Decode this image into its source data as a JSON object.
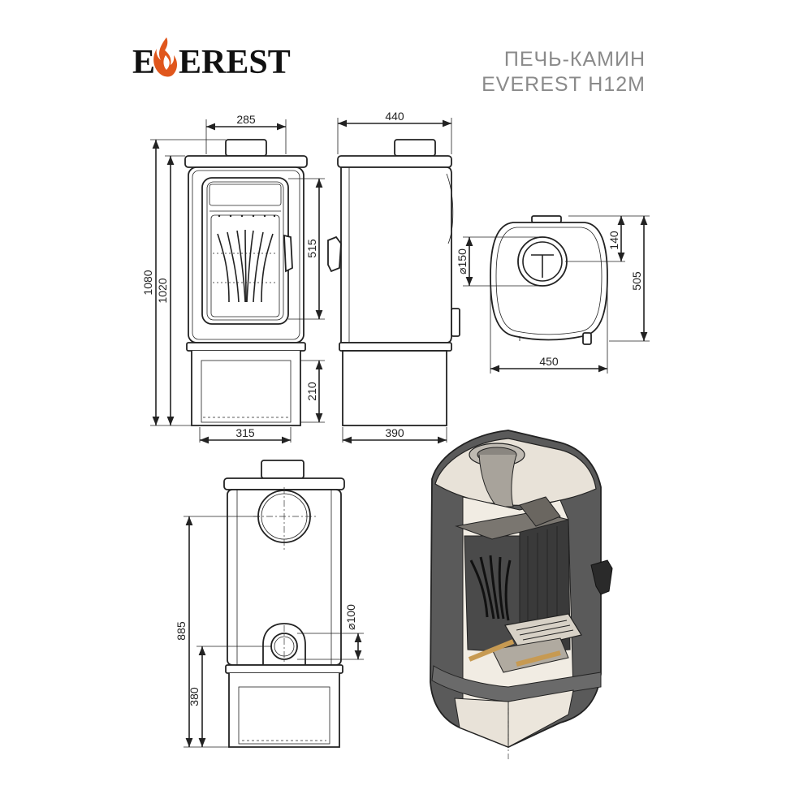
{
  "brand": {
    "logo_text_left": "E",
    "logo_text_right": "EREST",
    "accent_color": "#e0561c",
    "flame_icon": "flame-icon"
  },
  "title": {
    "line1": "ПЕЧЬ-КАМИН",
    "line2": "EVEREST H12M",
    "color": "#8a8a8a"
  },
  "views": {
    "front": {
      "width_top": "285",
      "width_bottom": "315",
      "height_total": "1080",
      "height_body": "1020",
      "door_height": "515",
      "leg_height": "210"
    },
    "side": {
      "depth_top": "440",
      "depth_bottom": "390"
    },
    "top": {
      "flue_diameter": "⌀150",
      "flue_offset": "140",
      "depth": "505",
      "width": "450"
    },
    "rear": {
      "flue_height": "885",
      "air_inlet_height": "380",
      "air_inlet_diameter": "⌀100"
    },
    "cutaway": {
      "body_color": "#555555",
      "lining_color": "#e8e2d8",
      "accent_color": "#c79a52"
    }
  }
}
